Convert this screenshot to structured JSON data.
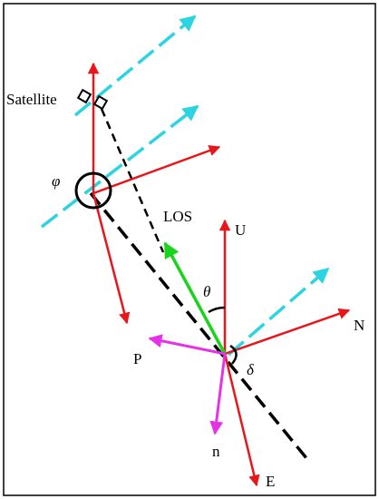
{
  "labels": {
    "satellite": "Satellite",
    "phi": "φ",
    "los": "LOS",
    "u": "U",
    "theta": "θ",
    "n_axis": "N",
    "p": "P",
    "delta": "δ",
    "n_small": "n",
    "e": "E"
  },
  "colors": {
    "red": "#e8161b",
    "cyan": "#2bd4e0",
    "green": "#18d41b",
    "magenta": "#e632e6",
    "black": "#000000"
  }
}
